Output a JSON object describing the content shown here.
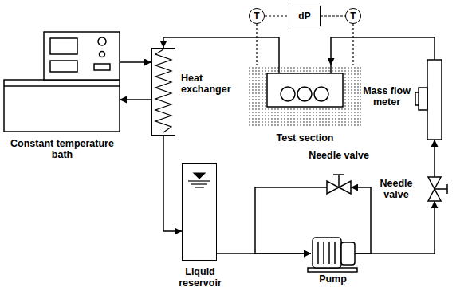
{
  "diagram": {
    "nodes": [
      {
        "text": [
          "Constant temperature bath"
        ]
      },
      {
        "text": [
          "Heat exchanger"
        ]
      },
      {
        "text": [
          "T"
        ]
      },
      {
        "text": [
          "dP"
        ]
      },
      {
        "text": [
          "T"
        ]
      },
      {
        "text": [
          "Test section"
        ]
      },
      {
        "text": [
          "Mass flow meter"
        ]
      },
      {
        "text": [
          "Needle valve"
        ]
      },
      {
        "text": [
          "Needle valve"
        ]
      },
      {
        "text": [
          "Liquid reservoir"
        ]
      },
      {
        "text": [
          "Pump"
        ]
      }
    ],
    "edges": [
      {
        "from": 0,
        "to": 1,
        "arrow": "to"
      },
      {
        "from": 1,
        "to": 0,
        "arrow": "to"
      },
      {
        "from": 1,
        "to": 9,
        "arrow": "to"
      },
      {
        "from": 9,
        "to": 10,
        "arrow": "to"
      },
      {
        "from": 10,
        "to": 7,
        "arrow": "to"
      },
      {
        "from": 7,
        "to": 6,
        "arrow": "to"
      },
      {
        "from": 6,
        "to": 5,
        "arrow": "to"
      },
      {
        "from": 5,
        "to": 1,
        "arrow": "to"
      },
      {
        "from": 10,
        "to": 8,
        "arrow": "to"
      },
      {
        "from": 8,
        "to": 10,
        "arrow": "to"
      },
      {
        "from": 2,
        "to": 3,
        "arrow": "none"
      },
      {
        "from": 3,
        "to": 4,
        "arrow": "none"
      },
      {
        "from": 2,
        "to": 5,
        "arrow": "none"
      },
      {
        "from": 4,
        "to": 5,
        "arrow": "none"
      }
    ]
  }
}
